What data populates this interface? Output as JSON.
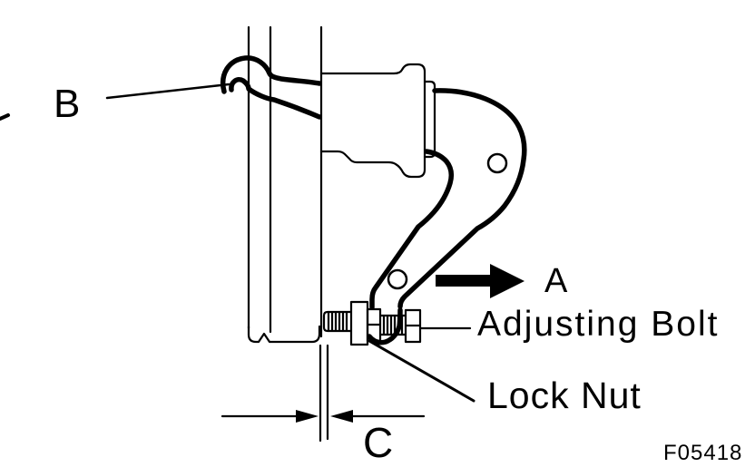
{
  "figure": {
    "figure_number": "F05418",
    "callouts": {
      "b_label": "B",
      "a_label": "A",
      "c_label": "C",
      "adjusting_bolt_label": "Adjusting Bolt",
      "lock_nut_label": "Lock Nut"
    },
    "colors": {
      "line": "#000000",
      "background": "#ffffff"
    }
  }
}
